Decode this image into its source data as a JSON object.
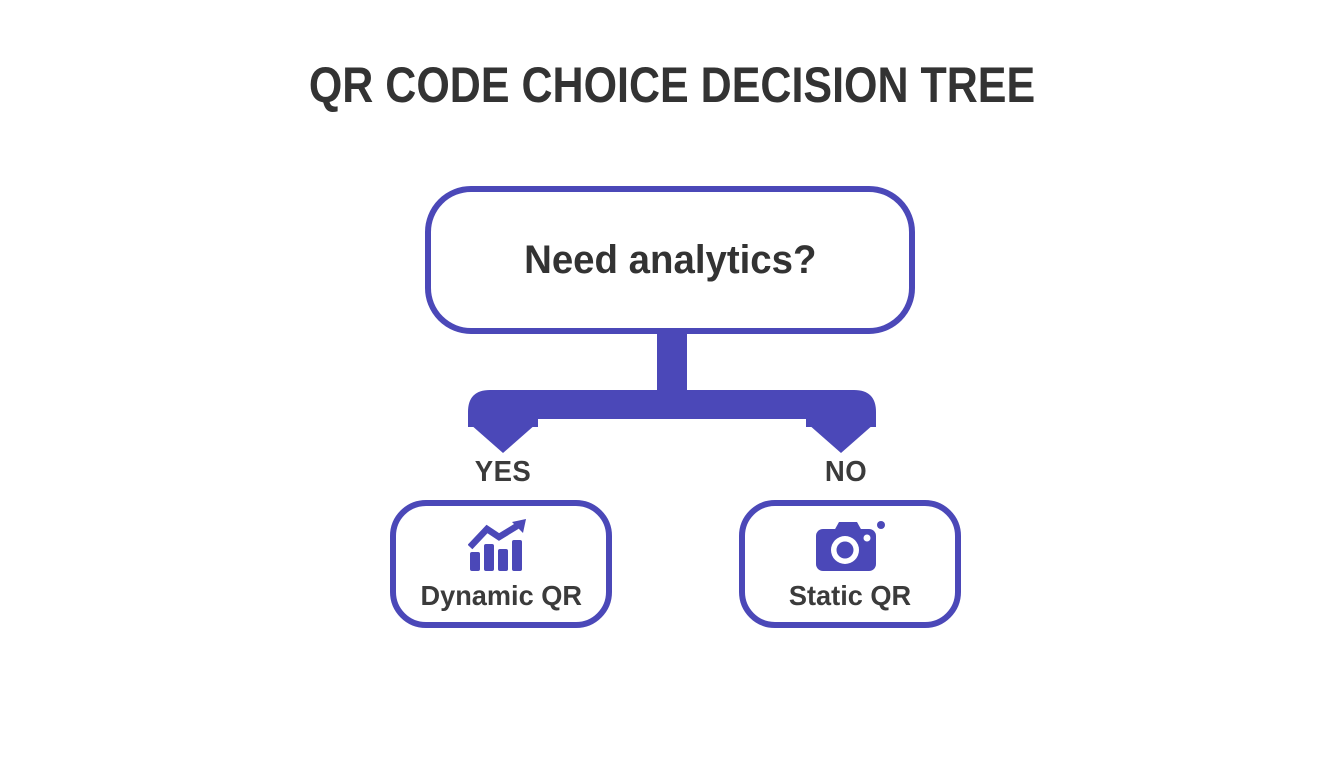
{
  "title": "QR CODE CHOICE DECISION TREE",
  "root": {
    "question": "Need analytics?"
  },
  "branches": [
    {
      "answer": "YES",
      "result": "Dynamic QR",
      "icon": "bar-chart-growth-icon"
    },
    {
      "answer": "NO",
      "result": "Static QR",
      "icon": "camera-icon"
    }
  ],
  "colors": {
    "accent": "#4b48b8",
    "title_text": "#333333",
    "label_text": "#3b3b3b",
    "background": "#ffffff"
  }
}
